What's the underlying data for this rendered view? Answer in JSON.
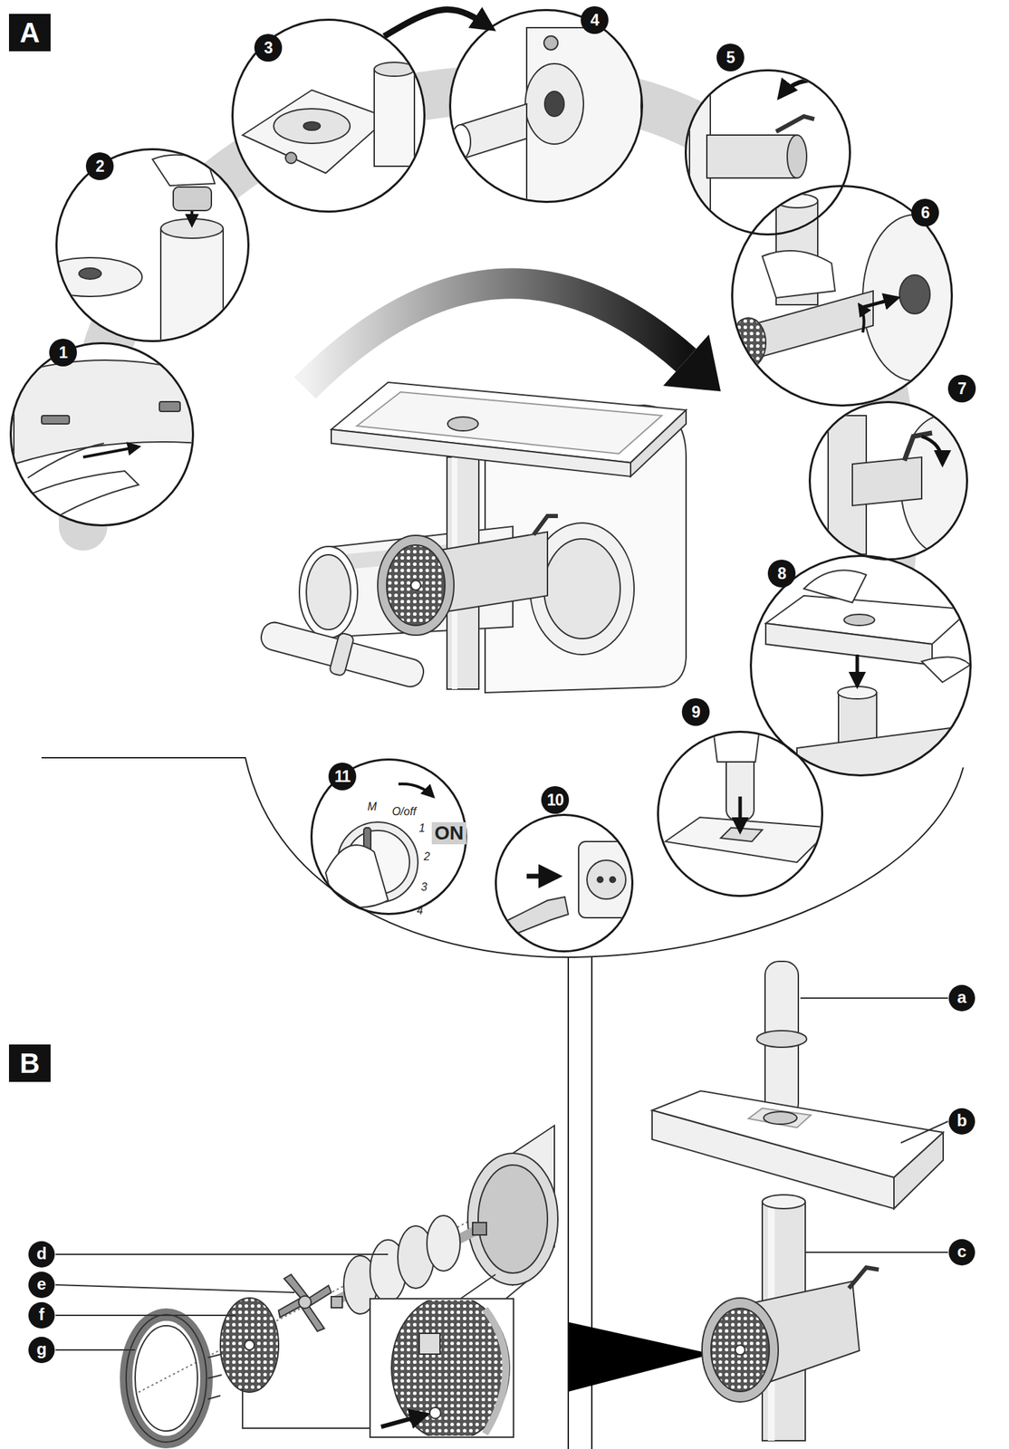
{
  "diagram": {
    "nodes": [
      {
        "text": [
          "1"
        ]
      },
      {
        "text": [
          "2"
        ]
      },
      {
        "text": [
          "3"
        ]
      },
      {
        "text": [
          "4"
        ]
      },
      {
        "text": [
          "5"
        ]
      },
      {
        "text": [
          "6"
        ]
      },
      {
        "text": [
          "7"
        ]
      },
      {
        "text": [
          "8"
        ]
      },
      {
        "text": [
          "9"
        ]
      },
      {
        "text": [
          "10"
        ]
      },
      {
        "text": [
          "11"
        ]
      }
    ],
    "edges": [
      {
        "from": 2,
        "to": 3,
        "arrow": "to"
      }
    ],
    "labels": [
      "A",
      "M",
      "O/off",
      "1",
      "ON",
      "2",
      "3",
      "4",
      "a",
      "b",
      "B",
      "c",
      "d",
      "e",
      "f",
      "g"
    ]
  }
}
